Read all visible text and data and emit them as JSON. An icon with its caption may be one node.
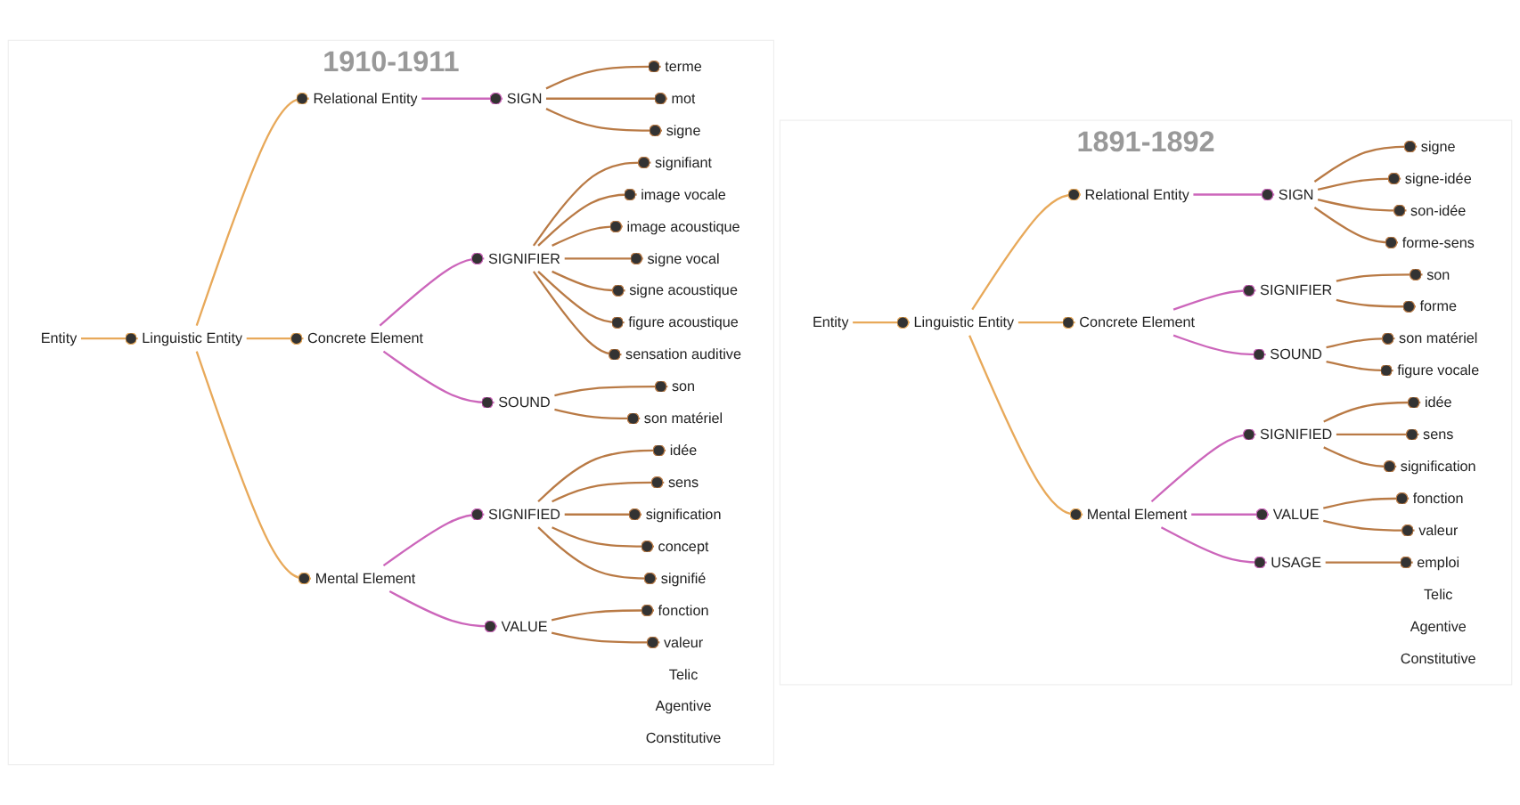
{
  "diagram": {
    "nodes": [
      {
        "text": [
          "1891-1892"
        ]
      },
      {
        "text": [
          "Entity"
        ],
        "in": 0
      },
      {
        "text": [
          "Telic"
        ],
        "in": 0
      },
      {
        "text": [
          "Agentive"
        ],
        "in": 0
      },
      {
        "text": [
          "Constitutive"
        ],
        "in": 0
      },
      {
        "text": [
          "Linguistic Entity"
        ],
        "in": 0
      },
      {
        "text": [
          "Relational Entity"
        ],
        "in": 0
      },
      {
        "text": [
          "Concrete Element"
        ],
        "in": 0
      },
      {
        "text": [
          "Mental Element"
        ],
        "in": 0
      },
      {
        "text": [
          "SIGN"
        ],
        "in": 0
      },
      {
        "text": [
          "SIGNIFIER"
        ],
        "in": 0
      },
      {
        "text": [
          "SOUND"
        ],
        "in": 0
      },
      {
        "text": [
          "SIGNIFIED"
        ],
        "in": 0
      },
      {
        "text": [
          "VALUE"
        ],
        "in": 0
      },
      {
        "text": [
          "USAGE"
        ],
        "in": 0
      },
      {
        "text": [
          "signe"
        ],
        "in": 0
      },
      {
        "text": [
          "son"
        ],
        "in": 0
      },
      {
        "text": [
          "forme"
        ],
        "in": 0
      },
      {
        "text": [
          "son matériel"
        ],
        "in": 0
      },
      {
        "text": [
          "figure vocale"
        ],
        "in": 0
      },
      {
        "text": [
          "idée"
        ],
        "in": 0
      },
      {
        "text": [
          "sens"
        ],
        "in": 0
      },
      {
        "text": [
          "signification"
        ],
        "in": 0
      },
      {
        "text": [
          "fonction"
        ],
        "in": 0
      },
      {
        "text": [
          "valeur"
        ],
        "in": 0
      },
      {
        "text": [
          "emploi"
        ],
        "in": 0
      },
      {
        "text": [
          "signe-idée"
        ],
        "in": 0
      },
      {
        "text": [
          "son-idée"
        ],
        "in": 0
      },
      {
        "text": [
          "forme-sens"
        ],
        "in": 0
      },
      {
        "text": [
          "1910-1911"
        ]
      },
      {
        "text": [
          "Entity"
        ],
        "in": 29
      },
      {
        "text": [
          "Telic"
        ],
        "in": 29
      },
      {
        "text": [
          "Agentive"
        ],
        "in": 29
      },
      {
        "text": [
          "Constitutive"
        ],
        "in": 29
      },
      {
        "text": [
          "Linguistic Entity"
        ],
        "in": 29
      },
      {
        "text": [
          "Relational Entity"
        ],
        "in": 29
      },
      {
        "text": [
          "Concrete Element"
        ],
        "in": 29
      },
      {
        "text": [
          "Mental Element"
        ],
        "in": 29
      },
      {
        "text": [
          "SIGN"
        ],
        "in": 29
      },
      {
        "text": [
          "SIGNIFIER"
        ],
        "in": 29
      },
      {
        "text": [
          "SOUND"
        ],
        "in": 29
      },
      {
        "text": [
          "SIGNIFIED"
        ],
        "in": 29
      },
      {
        "text": [
          "VALUE"
        ],
        "in": 29
      },
      {
        "text": [
          "terme"
        ],
        "in": 29
      },
      {
        "text": [
          "mot"
        ],
        "in": 29
      },
      {
        "text": [
          "signe"
        ],
        "in": 29
      },
      {
        "text": [
          "signifiant"
        ],
        "in": 29
      },
      {
        "text": [
          "image vocale"
        ],
        "in": 29
      },
      {
        "text": [
          "image acoustique"
        ],
        "in": 29
      },
      {
        "text": [
          "signe vocal"
        ],
        "in": 29
      },
      {
        "text": [
          "signe acoustique"
        ],
        "in": 29
      },
      {
        "text": [
          "figure acoustique"
        ],
        "in": 29
      },
      {
        "text": [
          "sensation auditive"
        ],
        "in": 29
      },
      {
        "text": [
          "son"
        ],
        "in": 29
      },
      {
        "text": [
          "son matériel"
        ],
        "in": 29
      },
      {
        "text": [
          "idée"
        ],
        "in": 29
      },
      {
        "text": [
          "sens"
        ],
        "in": 29
      },
      {
        "text": [
          "signification"
        ],
        "in": 29
      },
      {
        "text": [
          "concept"
        ],
        "in": 29
      },
      {
        "text": [
          "signifié"
        ],
        "in": 29
      },
      {
        "text": [
          "fonction"
        ],
        "in": 29
      },
      {
        "text": [
          "valeur"
        ],
        "in": 29
      }
    ],
    "edges": [
      {
        "from": 1,
        "to": 5,
        "arrow": "other",
        "color": "#e8a95a"
      },
      {
        "from": 5,
        "to": 6,
        "arrow": "other",
        "color": "#e8a95a"
      },
      {
        "from": 5,
        "to": 7,
        "arrow": "other",
        "color": "#e8a95a"
      },
      {
        "from": 5,
        "to": 8,
        "arrow": "other",
        "color": "#e8a95a"
      },
      {
        "from": 6,
        "to": 9,
        "arrow": "other",
        "color": "#cc66bb"
      },
      {
        "from": 7,
        "to": 10,
        "arrow": "other",
        "color": "#cc66bb"
      },
      {
        "from": 7,
        "to": 11,
        "arrow": "other",
        "color": "#cc66bb"
      },
      {
        "from": 8,
        "to": 12,
        "arrow": "other",
        "color": "#cc66bb"
      },
      {
        "from": 8,
        "to": 13,
        "arrow": "other",
        "color": "#cc66bb"
      },
      {
        "from": 8,
        "to": 14,
        "arrow": "other",
        "color": "#cc66bb"
      },
      {
        "from": 9,
        "to": 15,
        "arrow": "other"
      },
      {
        "from": 9,
        "to": 26,
        "arrow": "other"
      },
      {
        "from": 9,
        "to": 27,
        "arrow": "other"
      },
      {
        "from": 9,
        "to": 28,
        "arrow": "other"
      },
      {
        "from": 10,
        "to": 16,
        "arrow": "other"
      },
      {
        "from": 10,
        "to": 17,
        "arrow": "other"
      },
      {
        "from": 11,
        "to": 18,
        "arrow": "other"
      },
      {
        "from": 11,
        "to": 19,
        "arrow": "other"
      },
      {
        "from": 12,
        "to": 20,
        "arrow": "other"
      },
      {
        "from": 12,
        "to": 21,
        "arrow": "other"
      },
      {
        "from": 12,
        "to": 22,
        "arrow": "other"
      },
      {
        "from": 13,
        "to": 23,
        "arrow": "other"
      },
      {
        "from": 13,
        "to": 24,
        "arrow": "other"
      },
      {
        "from": 14,
        "to": 25,
        "arrow": "other"
      },
      {
        "from": 30,
        "to": 34,
        "arrow": "other",
        "color": "#e8a95a"
      },
      {
        "from": 34,
        "to": 35,
        "arrow": "other",
        "color": "#e8a95a"
      },
      {
        "from": 34,
        "to": 36,
        "arrow": "other",
        "color": "#e8a95a"
      },
      {
        "from": 34,
        "to": 37,
        "arrow": "other",
        "color": "#e8a95a"
      },
      {
        "from": 35,
        "to": 38,
        "arrow": "other",
        "color": "#cc66bb"
      },
      {
        "from": 36,
        "to": 39,
        "arrow": "other",
        "color": "#cc66bb"
      },
      {
        "from": 36,
        "to": 40,
        "arrow": "other",
        "color": "#cc66bb"
      },
      {
        "from": 37,
        "to": 41,
        "arrow": "other",
        "color": "#cc66bb"
      },
      {
        "from": 37,
        "to": 42,
        "arrow": "other",
        "color": "#cc66bb"
      },
      {
        "from": 38,
        "to": 43,
        "arrow": "other"
      },
      {
        "from": 38,
        "to": 44,
        "arrow": "other"
      },
      {
        "from": 38,
        "to": 45,
        "arrow": "other"
      },
      {
        "from": 39,
        "to": 46,
        "arrow": "other"
      },
      {
        "from": 39,
        "to": 47,
        "arrow": "other"
      },
      {
        "from": 39,
        "to": 48,
        "arrow": "other"
      },
      {
        "from": 39,
        "to": 49,
        "arrow": "other"
      },
      {
        "from": 39,
        "to": 50,
        "arrow": "other"
      },
      {
        "from": 39,
        "to": 51,
        "arrow": "other"
      },
      {
        "from": 39,
        "to": 52,
        "arrow": "other"
      },
      {
        "from": 40,
        "to": 53,
        "arrow": "other"
      },
      {
        "from": 40,
        "to": 54,
        "arrow": "other"
      },
      {
        "from": 41,
        "to": 55,
        "arrow": "other"
      },
      {
        "from": 41,
        "to": 56,
        "arrow": "other"
      },
      {
        "from": 41,
        "to": 57,
        "arrow": "other"
      },
      {
        "from": 41,
        "to": 58,
        "arrow": "other"
      },
      {
        "from": 41,
        "to": 59,
        "arrow": "other"
      },
      {
        "from": 42,
        "to": 60,
        "arrow": "other"
      },
      {
        "from": 42,
        "to": 61,
        "arrow": "other"
      }
    ]
  }
}
